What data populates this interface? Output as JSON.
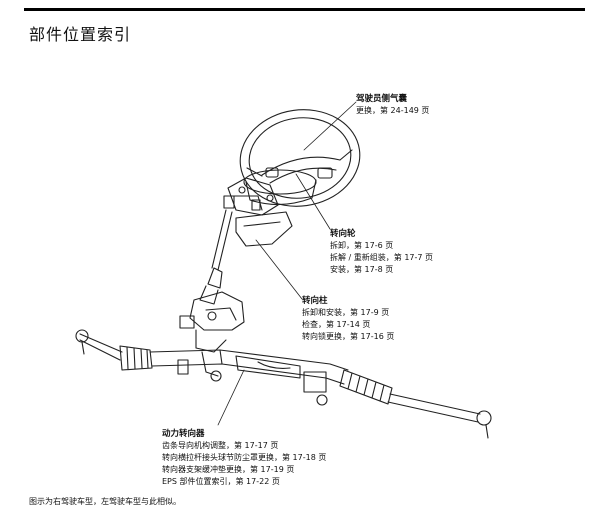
{
  "page": {
    "title": "部件位置索引"
  },
  "callouts": {
    "airbag": {
      "title": "驾驶员侧气囊",
      "lines": [
        "更换，第 24-149 页"
      ]
    },
    "wheel": {
      "title": "转向轮",
      "lines": [
        "拆卸，第 17-6 页",
        "拆解 / 重新组装，第 17-7 页",
        "安装，第 17-8 页"
      ]
    },
    "column": {
      "title": "转向柱",
      "lines": [
        "拆卸和安装，第 17-9 页",
        "检查，第 17-14 页",
        "转向锁更换，第 17-16 页"
      ]
    },
    "gearbox": {
      "title": "动力转向器",
      "lines": [
        "齿条导向机构调整，第 17-17 页",
        "转向横拉杆接头球节防尘罩更换，第 17-18 页",
        "转向器支架缓冲垫更换，第 17-19 页",
        "EPS 部件位置索引，第 17-22 页"
      ]
    }
  },
  "footnote": "图示为右驾驶车型，左驾驶车型与此相似。"
}
